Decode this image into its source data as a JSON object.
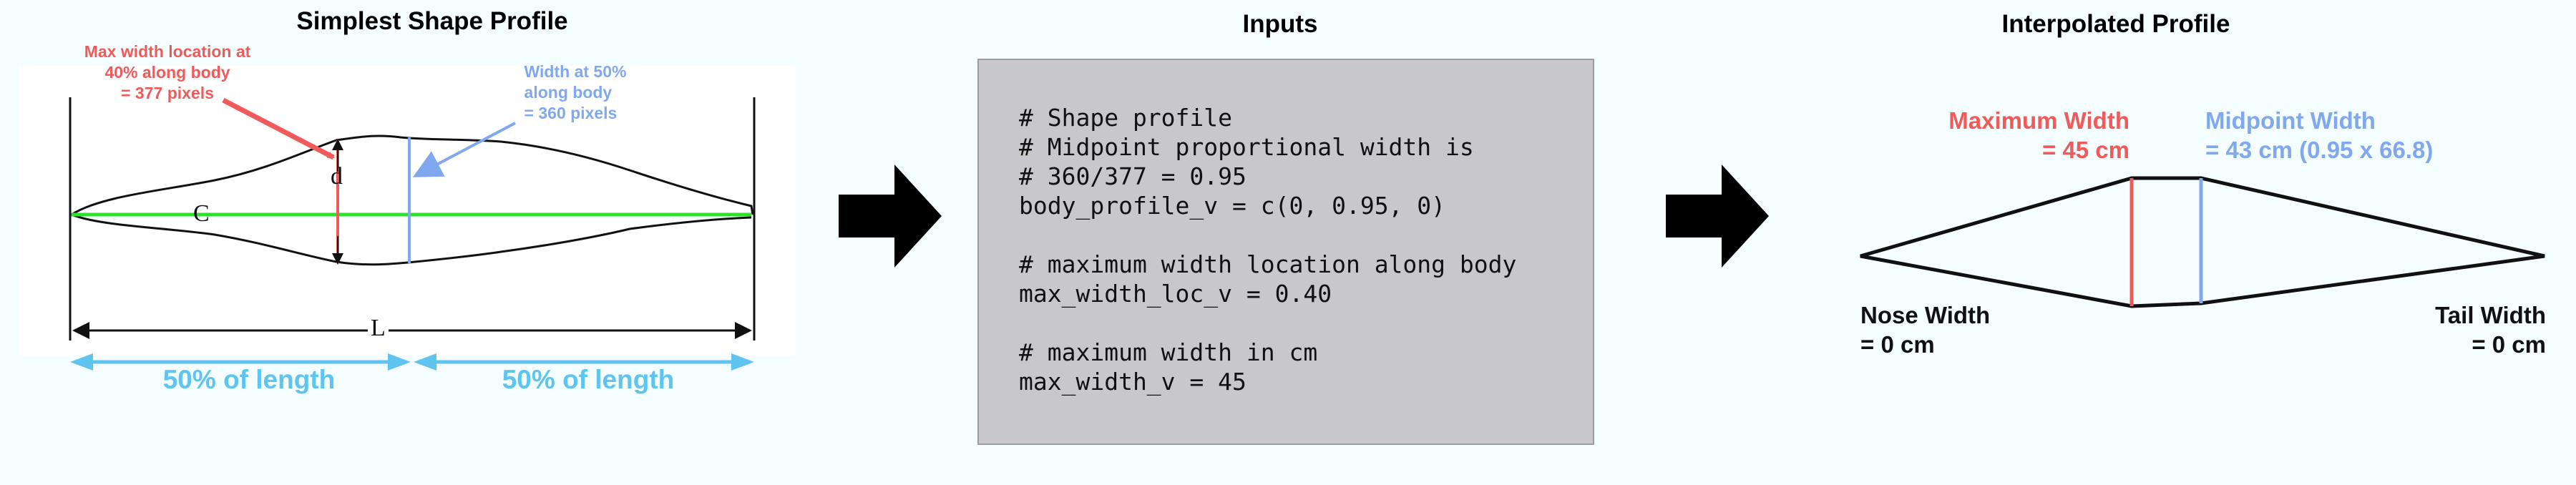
{
  "panels": {
    "left_title": "Simplest Shape Profile",
    "middle_title": "Inputs",
    "right_title": "Interpolated Profile"
  },
  "left": {
    "max_width_note": [
      "Max width location at",
      "40% along body",
      "= 377 pixels"
    ],
    "mid_width_note": [
      "Width at 50%",
      "along body",
      "= 360 pixels"
    ],
    "sketch_labels": {
      "c": "C",
      "d": "d",
      "l": "L"
    },
    "half_length_left": "50% of length",
    "half_length_right": "50% of length"
  },
  "inputs": {
    "code_lines": [
      "# Shape profile",
      "# Midpoint proportional width is",
      "# 360/377 = 0.95",
      "body_profile_v = c(0, 0.95, 0)",
      "",
      "# maximum width location along body",
      "max_width_loc_v = 0.40",
      "",
      "# maximum width in cm",
      "max_width_v = 45"
    ]
  },
  "right": {
    "max_width_label": [
      "Maximum Width",
      "= 45 cm"
    ],
    "mid_width_label": [
      "Midpoint Width",
      "= 43 cm (0.95 x 66.8)"
    ],
    "nose_label": [
      "Nose Width",
      "= 0 cm"
    ],
    "tail_label": [
      "Tail Width",
      "= 0 cm"
    ]
  },
  "colors": {
    "red": "#f05a5a",
    "blue": "#7fa8ee",
    "light_blue": "#5fc4ef",
    "green": "#2ee02e",
    "code_bg": "#c8c8cc",
    "background": "#f5fefe"
  }
}
